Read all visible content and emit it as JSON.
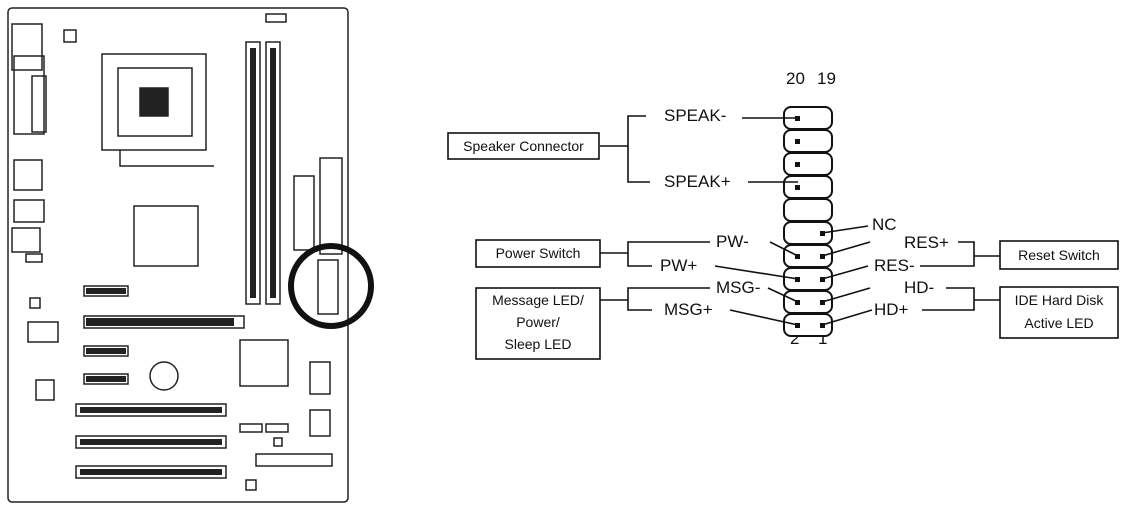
{
  "header": {
    "col_left": "20",
    "col_right": "19",
    "row_left": "2",
    "row_right": "1"
  },
  "signals": {
    "speak_minus": "SPEAK-",
    "speak_plus": "SPEAK+",
    "nc": "NC",
    "res_plus": "RES+",
    "res_minus": "RES-",
    "pw_minus": "PW-",
    "pw_plus": "PW+",
    "msg_minus": "MSG-",
    "msg_plus": "MSG+",
    "hd_minus": "HD-",
    "hd_plus": "HD+"
  },
  "boxes": {
    "speaker": "Speaker Connector",
    "power_switch": "Power Switch",
    "reset_switch": "Reset Switch",
    "message_led": [
      "Message LED/",
      "Power/",
      "Sleep LED"
    ],
    "ide_led": [
      "IDE Hard Disk",
      "Active LED"
    ]
  }
}
